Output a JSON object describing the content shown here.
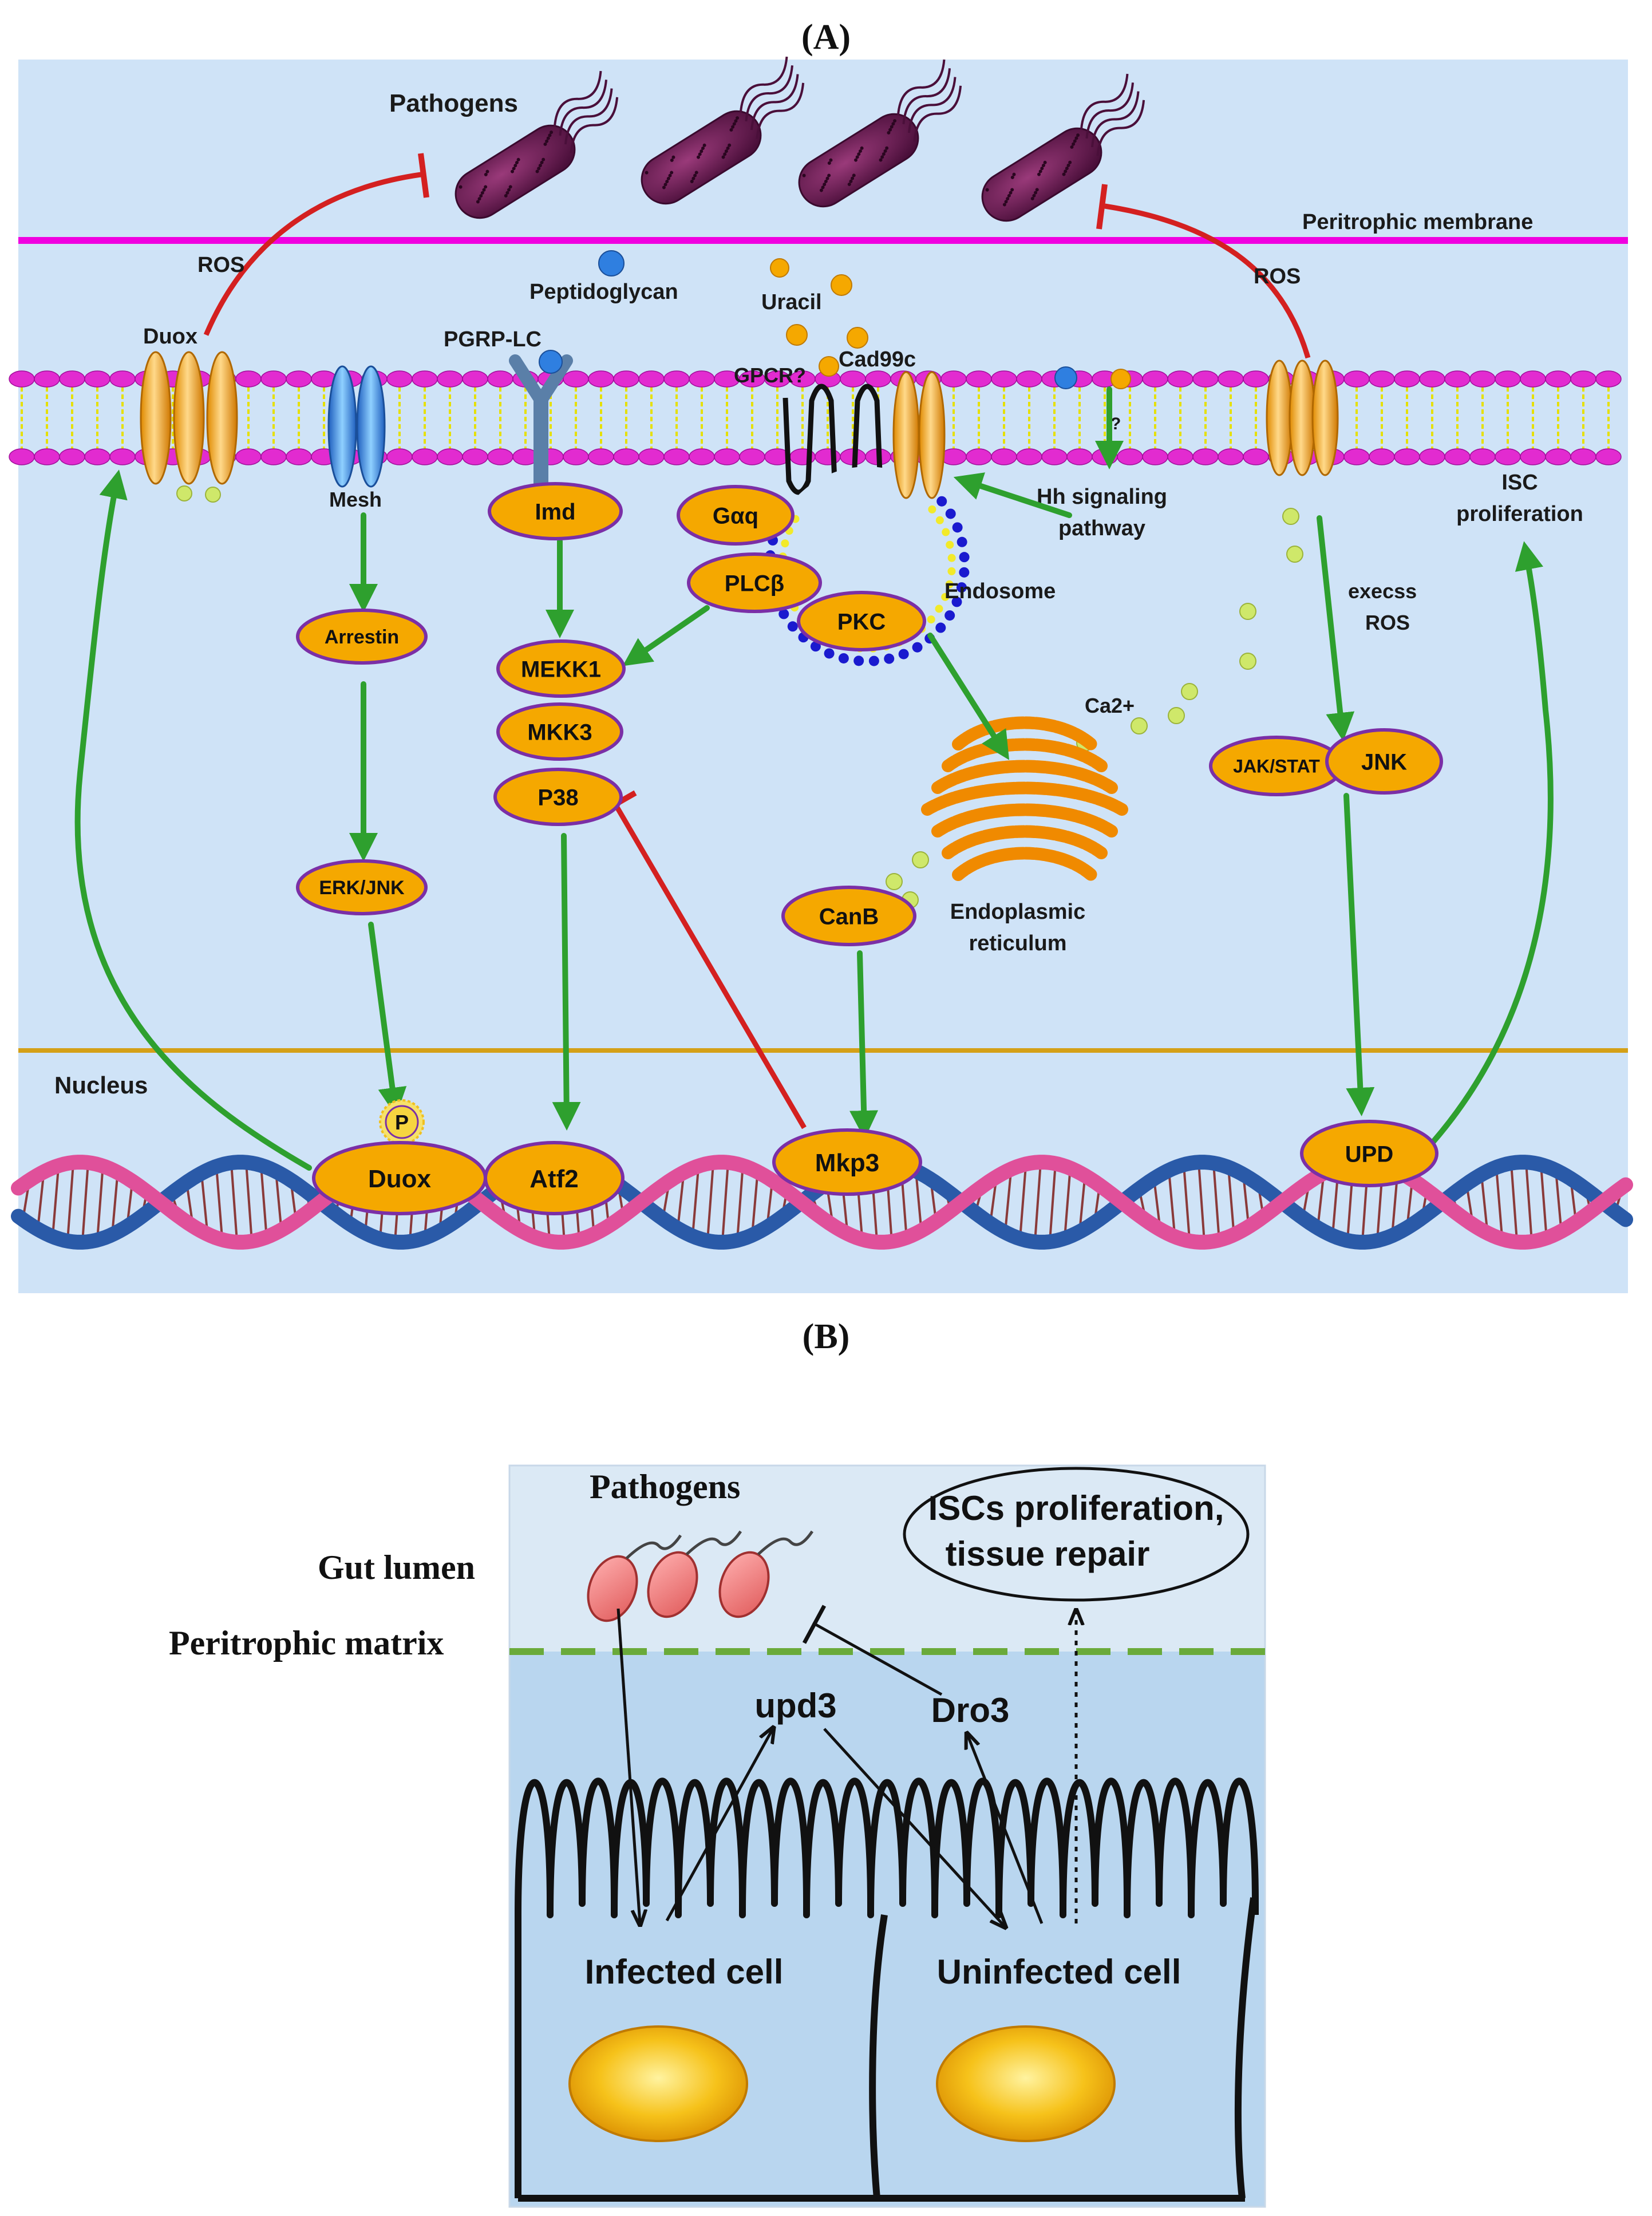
{
  "panel_a": {
    "label": "(A)",
    "colors": {
      "background": "#cfe3f7",
      "membrane_line": "#f000e0",
      "nucleus_line": "#d4a017",
      "node_fill": "#f5a800",
      "node_stroke": "#7b2fa6",
      "activate": "#2ea02e",
      "inhibit": "#d42020"
    },
    "texts": {
      "pathogens": "Pathogens",
      "peritrophic_membrane": "Peritrophic membrane",
      "ros_left": "ROS",
      "ros_right": "ROS",
      "duox_membrane": "Duox",
      "peptidoglycan": "Peptidoglycan",
      "uracil": "Uracil",
      "pgrp_lc": "PGRP-LC",
      "gpcr": "GPCR?",
      "cad99c": "Cad99c",
      "question": "?",
      "mesh": "Mesh",
      "hh_line1": "Hh signaling",
      "hh_line2": "pathway",
      "isc_line1": "ISC",
      "isc_line2": "proliferation",
      "endosome": "Endosome",
      "excess_line1": "execss",
      "excess_line2": "ROS",
      "ca2": "Ca2+",
      "er_line1": "Endoplasmic",
      "er_line2": "reticulum",
      "nucleus": "Nucleus",
      "phospho": "P"
    },
    "nodes": {
      "imd": "Imd",
      "gaq": "Gαq",
      "plcb": "PLCβ",
      "pkc": "PKC",
      "arrestin": "Arrestin",
      "mekk1": "MEKK1",
      "mkk3": "MKK3",
      "p38": "P38",
      "erk_jnk": "ERK/JNK",
      "canb": "CanB",
      "jak_stat": "JAK/STAT",
      "jnk": "JNK",
      "duox": "Duox",
      "atf2": "Atf2",
      "mkp3": "Mkp3",
      "upd": "UPD"
    }
  },
  "panel_b": {
    "label": "(B)",
    "colors": {
      "lumen": "#dbe9f5",
      "tissue": "#b9d6ef",
      "matrix_line": "#6aaa3a",
      "pathogen": "#f07a7a",
      "nucleus": "#f2a900"
    },
    "texts": {
      "pathogens": "Pathogens",
      "gut_lumen": "Gut lumen",
      "peritrophic_matrix": "Peritrophic matrix",
      "isc_line1": "ISCs proliferation,",
      "isc_line2": "tissue repair",
      "upd3": "upd3",
      "dro3": "Dro3",
      "infected": "Infected cell",
      "uninfected": "Uninfected cell"
    }
  }
}
